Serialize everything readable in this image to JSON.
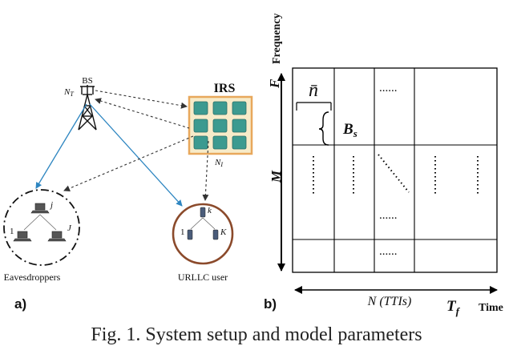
{
  "panel_a": {
    "label": "a)",
    "bs_label": "BS",
    "bs_antennas": "N_T",
    "irs_title": "IRS",
    "irs_elements": "N_I",
    "eavesdroppers_caption": "Eavesdroppers",
    "eve_index_first": "1",
    "eve_index_j": "j",
    "eve_index_last": "J",
    "user_caption": "URLLC user",
    "user_index_first": "1",
    "user_index_k": "k",
    "user_index_last": "K",
    "colors": {
      "bs_link": "#2e86c1",
      "irs_frame": "#e8a85c",
      "irs_fill": "#f7ebc9",
      "irs_element": "#3c9a90",
      "user_circle": "#8b4a2b",
      "dashed": "#333333"
    }
  },
  "panel_b": {
    "label": "b)",
    "freq_axis_label": "Frequency",
    "f_label": "F",
    "m_label": "M",
    "nbar_label": "n̄",
    "bs_label": "B",
    "bs_sub": "s",
    "time_axis_label": "N (TTIs)",
    "tf_label": "T",
    "tf_sub": "f",
    "time_label": "Time",
    "dots": "......"
  },
  "caption": "Fig. 1. System setup and model parameters"
}
